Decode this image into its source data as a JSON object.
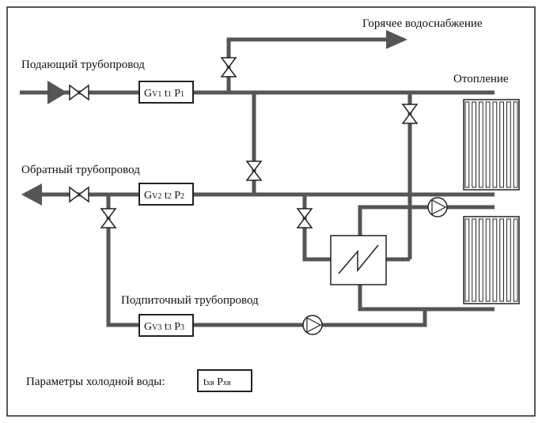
{
  "labels": {
    "hot_water": "Горячее водоснабжение",
    "supply_pipe": "Подающий трубопровод",
    "heating": "Отопление",
    "return_pipe": "Обратный трубопровод",
    "makeup_pipe": "Подпиточный трубопровод",
    "cold_water_params": "Параметры холодной воды:"
  },
  "meters": {
    "supply": {
      "g": "G",
      "g_sub": "V1",
      "t": "t",
      "t_sub": "1",
      "p": "P",
      "p_sub": "1"
    },
    "return": {
      "g": "G",
      "g_sub": "V2",
      "t": "t",
      "t_sub": "2",
      "p": "P",
      "p_sub": "2"
    },
    "makeup": {
      "g": "G",
      "g_sub": "V3",
      "t": "t",
      "t_sub": "3",
      "p": "P",
      "p_sub": "3"
    }
  },
  "cold_water": {
    "t": "t",
    "t_sub": "хв",
    "p": "P",
    "p_sub": "хв"
  },
  "colors": {
    "pipe": "#555555",
    "line": "#111111",
    "background": "#ffffff"
  }
}
